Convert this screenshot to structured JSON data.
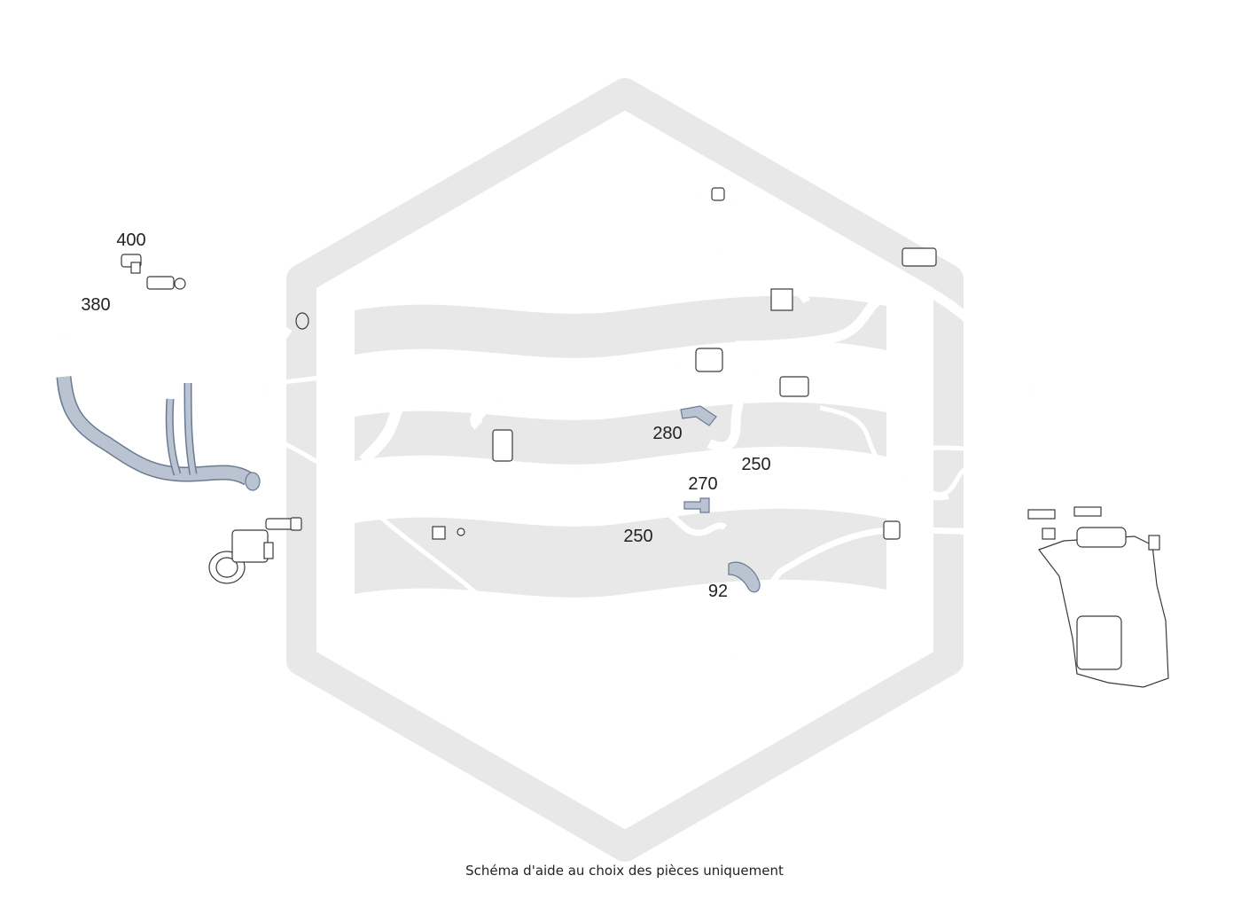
{
  "watermark": {
    "name": "logo-watermark",
    "color": "#e6e6e6"
  },
  "colors": {
    "line": "#3a3a3a",
    "highlight": "#b9c3d2"
  },
  "callouts": [
    {
      "id": "400",
      "label": "400"
    },
    {
      "id": "380",
      "label": "380"
    },
    {
      "id": "280",
      "label": "280"
    },
    {
      "id": "250a",
      "label": "250"
    },
    {
      "id": "270",
      "label": "270"
    },
    {
      "id": "250b",
      "label": "250"
    },
    {
      "id": "92",
      "label": "92"
    }
  ],
  "caption": "Schéma d'aide au choix des pièces uniquement"
}
